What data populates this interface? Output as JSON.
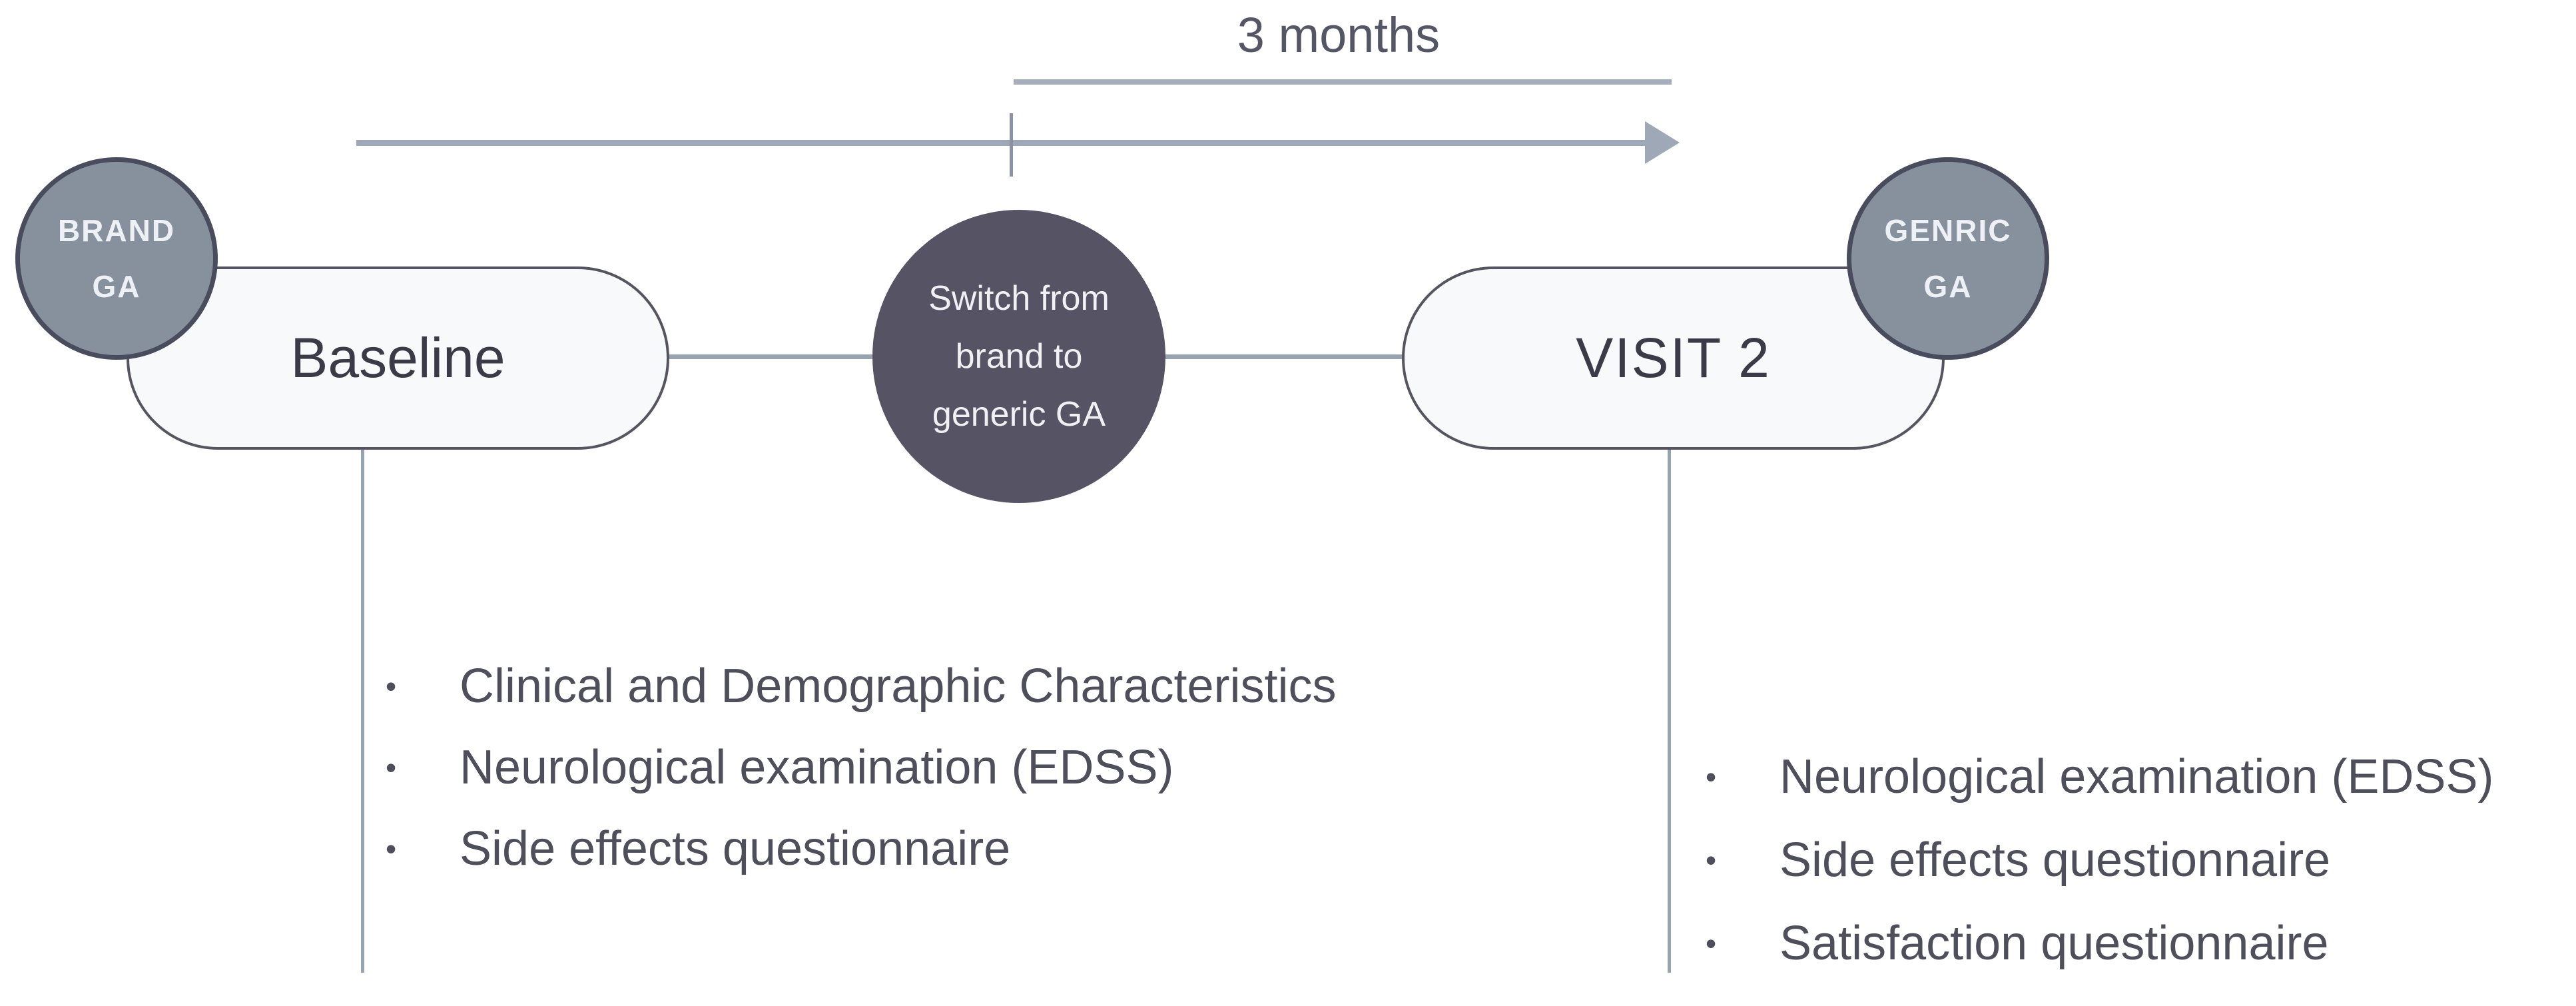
{
  "figure": {
    "timeline": {
      "duration_label": "3 months"
    },
    "nodes": {
      "brand_badge": {
        "line1": "BRAND",
        "line2": "GA"
      },
      "baseline_pill": {
        "label": "Baseline"
      },
      "switch_circle": {
        "line1": "Switch from",
        "line2": "brand to",
        "line3": "generic GA"
      },
      "visit2_pill": {
        "label": "VISIT 2"
      },
      "generic_badge": {
        "line1": "GENRIC",
        "line2": "GA"
      }
    },
    "baseline_list": {
      "items": [
        "Clinical and Demographic Characteristics",
        "Neurological examination (EDSS)",
        "Side effects questionnaire"
      ]
    },
    "visit2_list": {
      "items": [
        "Neurological examination (EDSS)",
        "Side effects questionnaire",
        "Satisfaction questionnaire"
      ]
    },
    "bullet_char": "•",
    "colors": {
      "badge_fill": "#87919E",
      "badge_border": "#484C5C",
      "badge_text": "#EDF0F4",
      "pill_fill": "#F8F9FB",
      "pill_border": "#56555F",
      "pill_text": "#3A3B47",
      "switch_fill": "#565364",
      "switch_text": "#F1F1F4",
      "line": "#9CA6B4",
      "duration_text": "#545565",
      "list_text": "#4E4F5B"
    }
  }
}
